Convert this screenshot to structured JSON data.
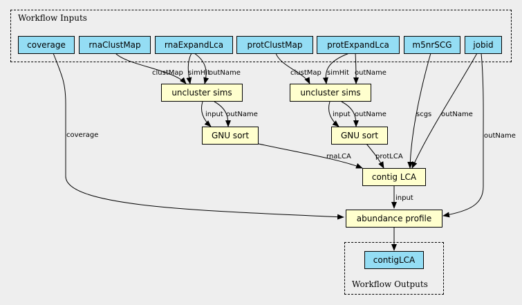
{
  "clusters": {
    "inputs": "Workflow Inputs",
    "outputs": "Workflow Outputs"
  },
  "colors": {
    "io_node": "#94ddf4",
    "step_node": "#ffffce",
    "background": "#eeeeee"
  },
  "nodes": {
    "coverage": "coverage",
    "rnaClustMap": "rnaClustMap",
    "rnaExpandLca": "rnaExpandLca",
    "protClustMap": "protClustMap",
    "protExpandLca": "protExpandLca",
    "m5nrSCG": "m5nrSCG",
    "jobid": "jobid",
    "uncluster_rna": "uncluster sims",
    "uncluster_prot": "uncluster sims",
    "sort_rna": "GNU sort",
    "sort_prot": "GNU sort",
    "contig_lca": "contig LCA",
    "abundance_profile": "abundance profile",
    "contigLCA": "contigLCA"
  },
  "edge_labels": {
    "coverage": "coverage",
    "rna_clustMap": "clustMap",
    "rna_simHit": "simHit",
    "rna_outName": "outName",
    "prot_clustMap": "clustMap",
    "prot_simHit": "simHit",
    "prot_outName": "outName",
    "rna_sort_input": "input",
    "rna_sort_outName": "outName",
    "prot_sort_input": "input",
    "prot_sort_outName": "outName",
    "rnaLCA": "rnaLCA",
    "protLCA": "protLCA",
    "scgs": "scgs",
    "lca_outName": "outName",
    "abund_outName": "outName",
    "input": "input"
  }
}
